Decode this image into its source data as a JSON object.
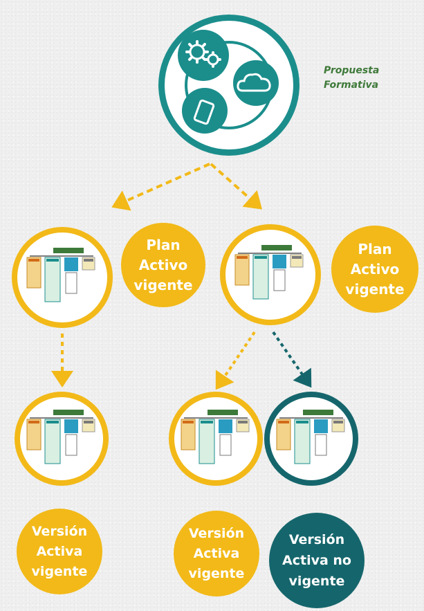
{
  "header": {
    "line1": "Propuesta",
    "line2": "Formativa"
  },
  "icons": {
    "hub": [
      "gears-icon",
      "cloud-icon",
      "mobile-phone-icon"
    ],
    "node": "org-chart-icon"
  },
  "labels": {
    "plan_left": [
      "Plan",
      "Activo",
      "vigente"
    ],
    "plan_right": [
      "Plan",
      "Activo",
      "vigente"
    ],
    "version_1": [
      "Versión",
      "Activa",
      "vigente"
    ],
    "version_2": [
      "Versión",
      "Activa",
      "vigente"
    ],
    "version_3": [
      "Versión",
      "Activa no",
      "vigente"
    ]
  },
  "colors": {
    "teal": "#1b8e8c",
    "dark_teal": "#0f5a61",
    "yellow": "#f2b918",
    "green_text": "#3f7a3a"
  }
}
